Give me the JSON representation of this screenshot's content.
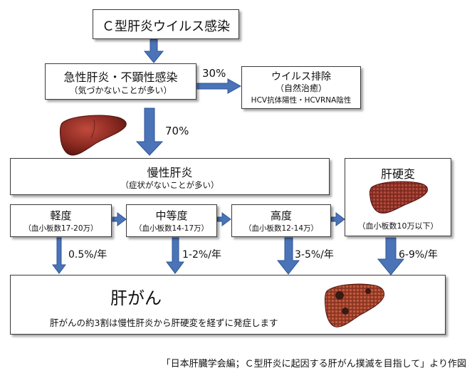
{
  "nodes": {
    "hcv_infection": {
      "title": "Ｃ型肝炎ウイルス感染"
    },
    "acute": {
      "title": "急性肝炎・不顕性感染",
      "subtitle": "（気づかないことが多い）"
    },
    "clearance": {
      "title": "ウイルス排除",
      "subtitle": "（自然治癒）",
      "detail": "HCV抗体陽性・HCVRNA陰性"
    },
    "chronic": {
      "title": "慢性肝炎",
      "subtitle": "（症状がないことが多い）"
    },
    "cirrhosis": {
      "title": "肝硬変",
      "subtitle": "（血小板数10万以下）"
    },
    "mild": {
      "title": "軽度",
      "subtitle": "（血小板数17-20万）"
    },
    "moderate": {
      "title": "中等度",
      "subtitle": "（血小板数14-17万）"
    },
    "severe": {
      "title": "高度",
      "subtitle": "（血小板数12-14万）"
    },
    "hcc": {
      "title": "肝がん",
      "note": "肝がんの約3割は慢性肝炎から肝硬変を経ずに発症します"
    }
  },
  "edges": {
    "to_clearance": "30%",
    "to_chronic": "70%",
    "mild_rate": "0.5%/年",
    "moderate_rate": "1-2%/年",
    "severe_rate": "3-5%/年",
    "cirrhosis_rate": "6-9%/年"
  },
  "footer": {
    "source": "「日本肝臓学会編；Ｃ型肝炎に起因する肝がん撲滅を目指して」より作図"
  },
  "colors": {
    "arrow": "#4a73b8",
    "arrow_edge": "#2f5597",
    "box_border": "#3a3a3a",
    "liver": "#8b2a22"
  }
}
